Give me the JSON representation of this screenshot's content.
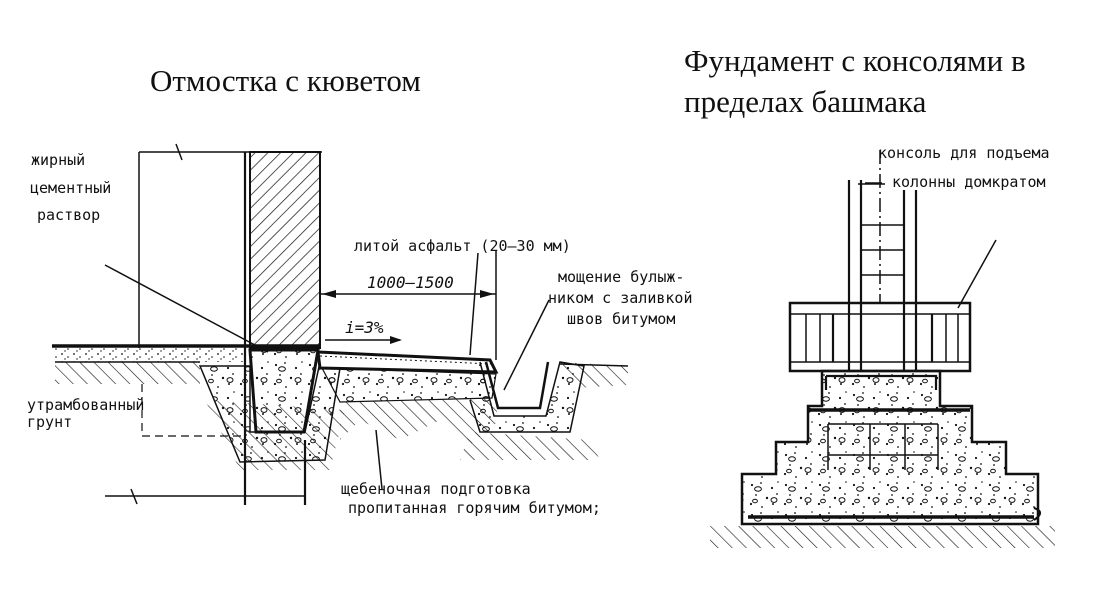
{
  "left_figure": {
    "title": "Отмостка с кюветом",
    "labels": {
      "fatty_mortar_1": "жирный",
      "fatty_mortar_2": "цементный",
      "fatty_mortar_3": "раствор",
      "cast_asphalt": "литой асфальт (20—30 мм)",
      "width_dim": "1000–1500",
      "slope": "i=3%",
      "paving_1": "мощение булыж-",
      "paving_2": "ником с заливкой",
      "paving_3": "швов битумом",
      "compacted_1": "утрамбованный",
      "compacted_2": "грунт",
      "gravel_1": "щебеночная подготовка",
      "gravel_2": "пропитанная горячим битумом;"
    }
  },
  "right_figure": {
    "title_line1": "Фундамент с консолями в",
    "title_line2": "пределах башмака",
    "labels": {
      "console_1": "консоль для подъема",
      "console_2": "колонны домкратом"
    }
  }
}
